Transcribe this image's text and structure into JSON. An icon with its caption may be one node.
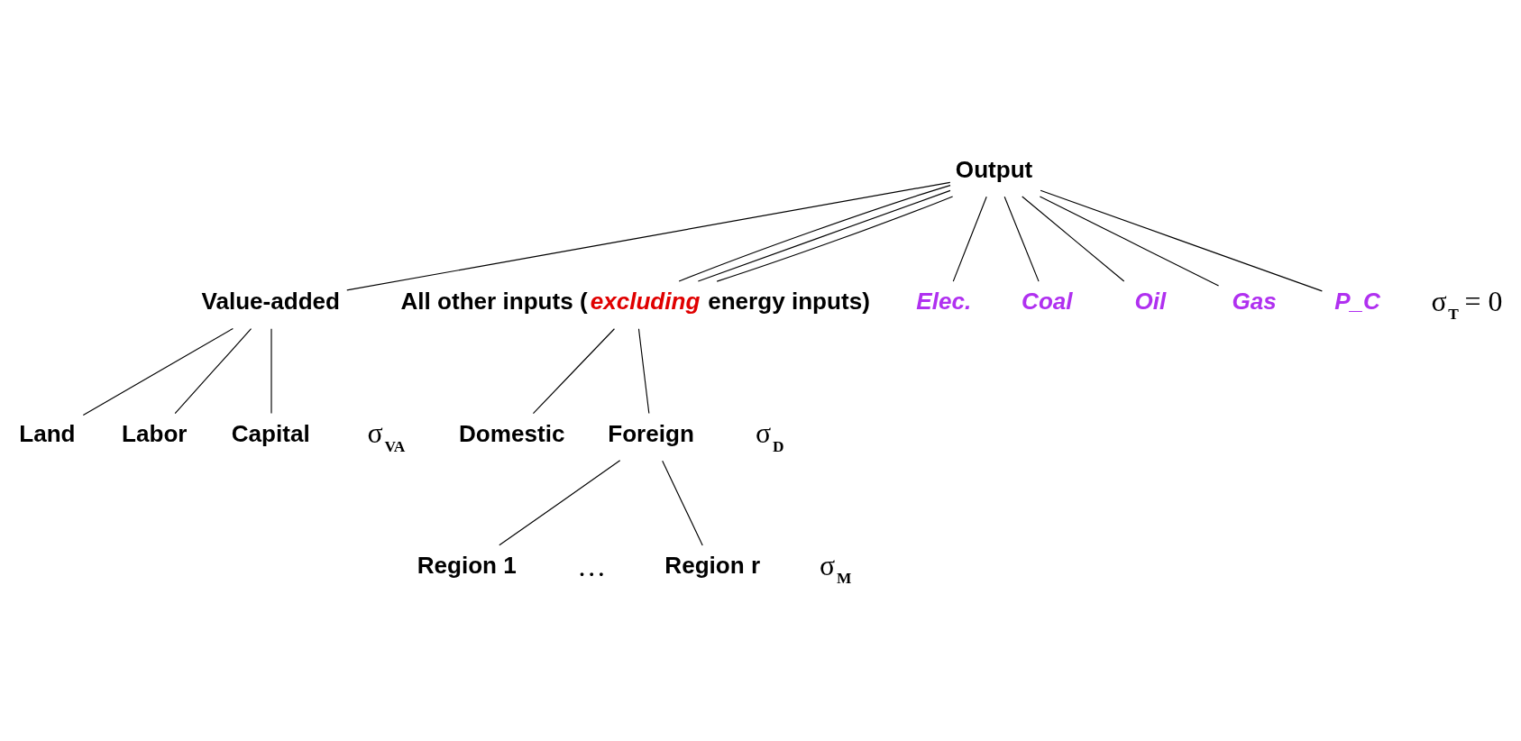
{
  "diagram": {
    "nodes": [
      {
        "text": [
          "Output"
        ]
      },
      {
        "text": [
          "Value-added"
        ]
      },
      {
        "text": [
          "All other inputs (*excluding* energy inputs)"
        ]
      },
      {
        "text": [
          "Elec."
        ]
      },
      {
        "text": [
          "Coal"
        ]
      },
      {
        "text": [
          "Oil"
        ]
      },
      {
        "text": [
          "Gas"
        ]
      },
      {
        "text": [
          "P_C"
        ]
      },
      {
        "text": [
          "Land"
        ]
      },
      {
        "text": [
          "Labor"
        ]
      },
      {
        "text": [
          "Capital"
        ]
      },
      {
        "text": [
          "Domestic"
        ]
      },
      {
        "text": [
          "Foreign"
        ]
      },
      {
        "text": [
          "Region 1"
        ]
      },
      {
        "text": [
          "Region r"
        ]
      }
    ],
    "edges": [
      {
        "from": 0,
        "to": 1,
        "arrow": "none"
      },
      {
        "from": 0,
        "to": 2,
        "arrow": "none"
      },
      {
        "from": 0,
        "to": 2,
        "arrow": "none"
      },
      {
        "from": 0,
        "to": 2,
        "arrow": "none"
      },
      {
        "from": 0,
        "to": 3,
        "arrow": "none"
      },
      {
        "from": 0,
        "to": 4,
        "arrow": "none"
      },
      {
        "from": 0,
        "to": 5,
        "arrow": "none"
      },
      {
        "from": 0,
        "to": 6,
        "arrow": "none"
      },
      {
        "from": 0,
        "to": 7,
        "arrow": "none"
      },
      {
        "from": 1,
        "to": 8,
        "arrow": "none"
      },
      {
        "from": 1,
        "to": 9,
        "arrow": "none"
      },
      {
        "from": 1,
        "to": 10,
        "arrow": "none"
      },
      {
        "from": 2,
        "to": 11,
        "arrow": "none"
      },
      {
        "from": 2,
        "to": 12,
        "arrow": "none"
      },
      {
        "from": 12,
        "to": 13,
        "arrow": "none"
      },
      {
        "from": 12,
        "to": 14,
        "arrow": "none"
      }
    ],
    "labels": [
      "σ$_{T}$ = 0",
      "σ$_{VA}$",
      "σ$_{D}$",
      "σ$_{M}$",
      "…"
    ]
  }
}
